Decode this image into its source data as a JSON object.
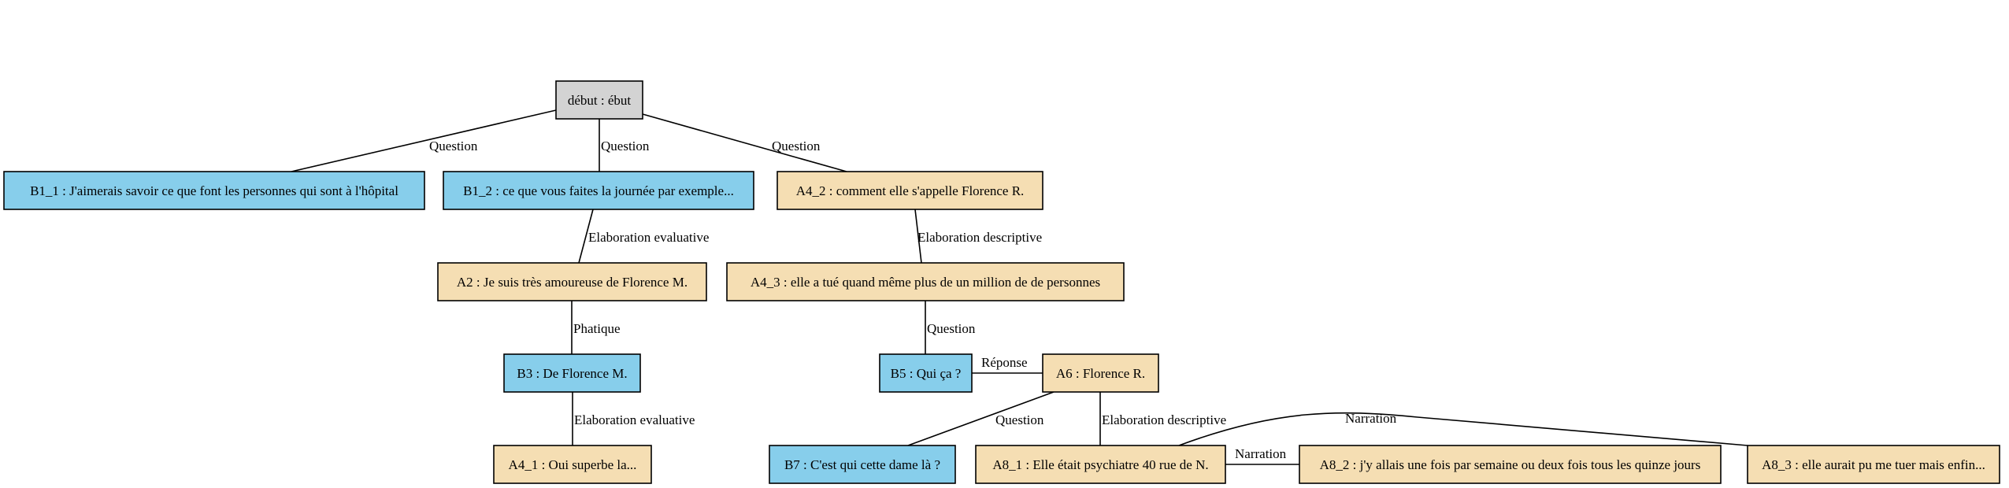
{
  "colors": {
    "root": "#d3d3d3",
    "B": "#87ceeb",
    "A": "#f5deb3"
  },
  "nodes": [
    {
      "id": "root",
      "kind": "root",
      "label": "début : ébut"
    },
    {
      "id": "B1_1",
      "kind": "B",
      "label": "B1_1 : J'aimerais savoir ce que font les personnes qui sont à l'hôpital"
    },
    {
      "id": "B1_2",
      "kind": "B",
      "label": "B1_2 : ce que vous faites la journée par exemple..."
    },
    {
      "id": "A4_2",
      "kind": "A",
      "label": "A4_2 : comment elle s'appelle Florence R."
    },
    {
      "id": "A2",
      "kind": "A",
      "label": "A2 : Je suis très amoureuse de Florence M."
    },
    {
      "id": "A4_3",
      "kind": "A",
      "label": "A4_3 : elle a tué quand même plus de un million de de personnes"
    },
    {
      "id": "B3",
      "kind": "B",
      "label": "B3 : De Florence M."
    },
    {
      "id": "B5",
      "kind": "B",
      "label": "B5 : Qui ça ?"
    },
    {
      "id": "A6",
      "kind": "A",
      "label": "A6 : Florence R."
    },
    {
      "id": "A4_1",
      "kind": "A",
      "label": "A4_1 : Oui superbe la..."
    },
    {
      "id": "B7",
      "kind": "B",
      "label": "B7 : C'est qui cette dame là ?"
    },
    {
      "id": "A8_1",
      "kind": "A",
      "label": "A8_1 : Elle était psychiatre 40 rue de N."
    },
    {
      "id": "A8_2",
      "kind": "A",
      "label": "A8_2 : j'y allais une fois par semaine ou deux fois tous les quinze jours"
    },
    {
      "id": "A8_3",
      "kind": "A",
      "label": "A8_3 : elle aurait pu me tuer mais enfin..."
    }
  ],
  "edges": [
    {
      "from": "root",
      "to": "B1_1",
      "label": "Question"
    },
    {
      "from": "root",
      "to": "B1_2",
      "label": "Question"
    },
    {
      "from": "root",
      "to": "A4_2",
      "label": "Question"
    },
    {
      "from": "B1_2",
      "to": "A2",
      "label": "Elaboration evaluative"
    },
    {
      "from": "A4_2",
      "to": "A4_3",
      "label": "Elaboration descriptive"
    },
    {
      "from": "A2",
      "to": "B3",
      "label": "Phatique"
    },
    {
      "from": "A4_3",
      "to": "B5",
      "label": "Question"
    },
    {
      "from": "B5",
      "to": "A6",
      "label": "Réponse"
    },
    {
      "from": "B3",
      "to": "A4_1",
      "label": "Elaboration evaluative"
    },
    {
      "from": "A6",
      "to": "B7",
      "label": "Question"
    },
    {
      "from": "A6",
      "to": "A8_1",
      "label": "Elaboration descriptive"
    },
    {
      "from": "A8_1",
      "to": "A8_2",
      "label": "Narration"
    },
    {
      "from": "A8_1",
      "to": "A8_3",
      "label": "Narration"
    }
  ]
}
